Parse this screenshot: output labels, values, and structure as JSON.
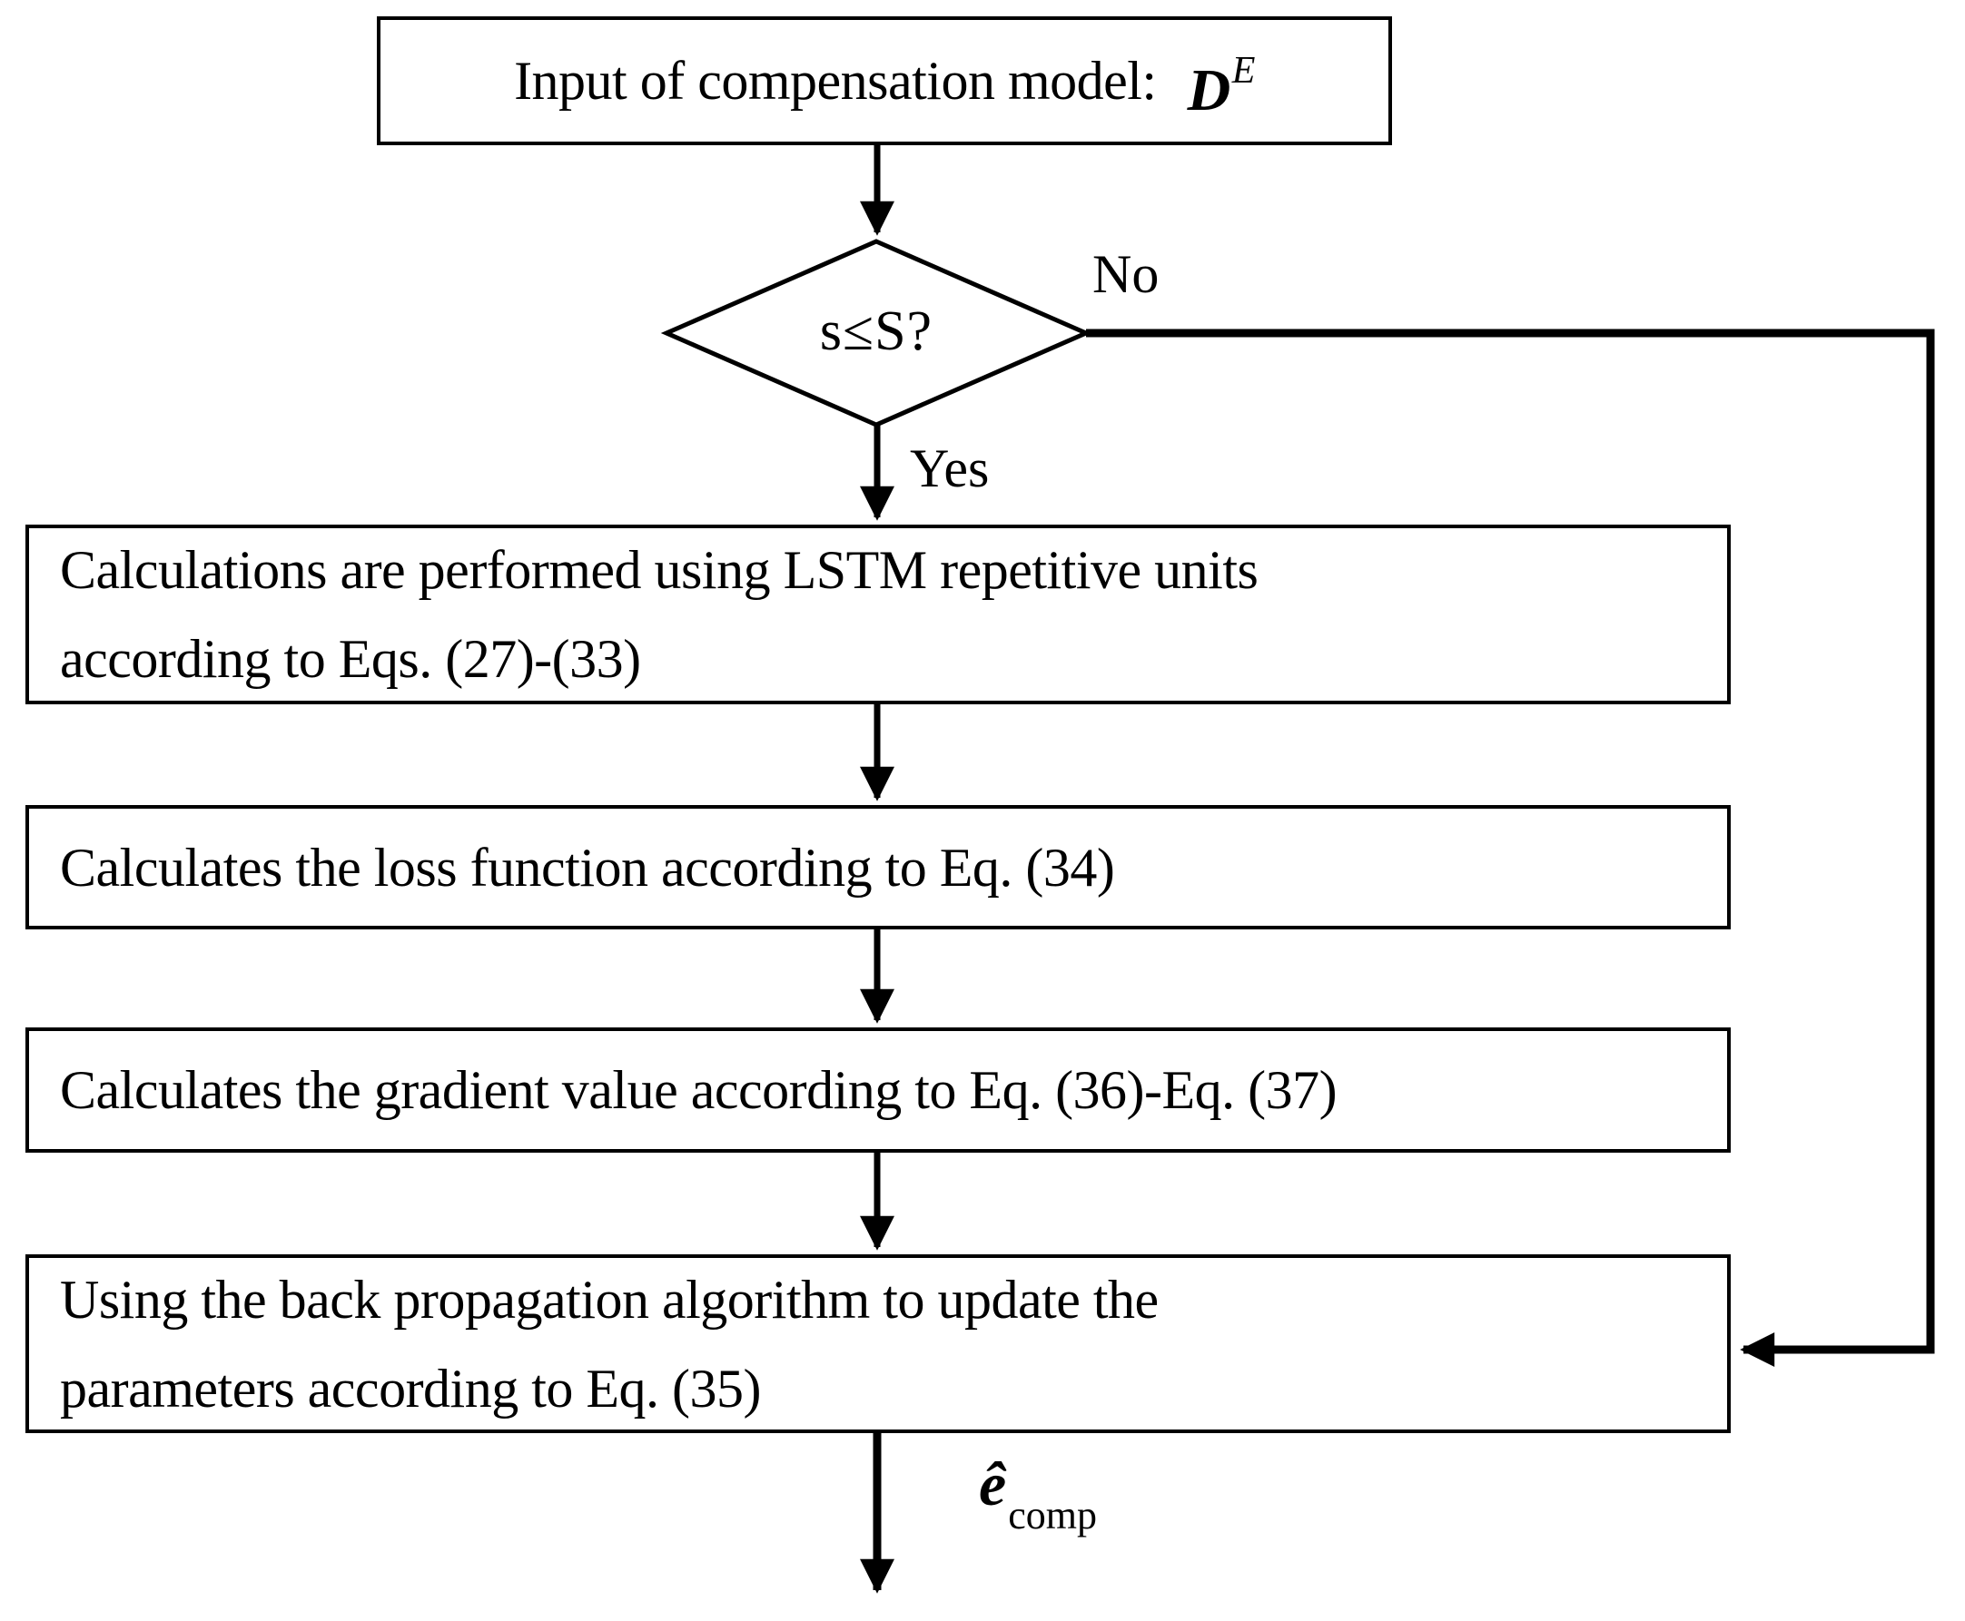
{
  "diagram": {
    "colors": {
      "ink": "#000000",
      "background": "#ffffff"
    },
    "nodes": {
      "input": {
        "text": "Input of compensation model:",
        "symbol": "D",
        "superscript": "E"
      },
      "decision": {
        "label": "s≤S?"
      },
      "lstm": {
        "lines": [
          "Calculations are performed using LSTM repetitive units",
          "according to Eqs. (27)-(33)"
        ]
      },
      "loss": {
        "lines": [
          "Calculates the loss function according to Eq. (34)"
        ]
      },
      "gradient": {
        "lines": [
          "Calculates the gradient value according to Eq. (36)-Eq. (37)"
        ]
      },
      "backprop": {
        "lines": [
          "Using the back propagation algorithm to update the",
          "parameters according to Eq. (35)"
        ]
      }
    },
    "edges": {
      "yes_label": "Yes",
      "no_label": "No"
    },
    "output": {
      "symbol": "ê",
      "subscript": "comp"
    }
  }
}
